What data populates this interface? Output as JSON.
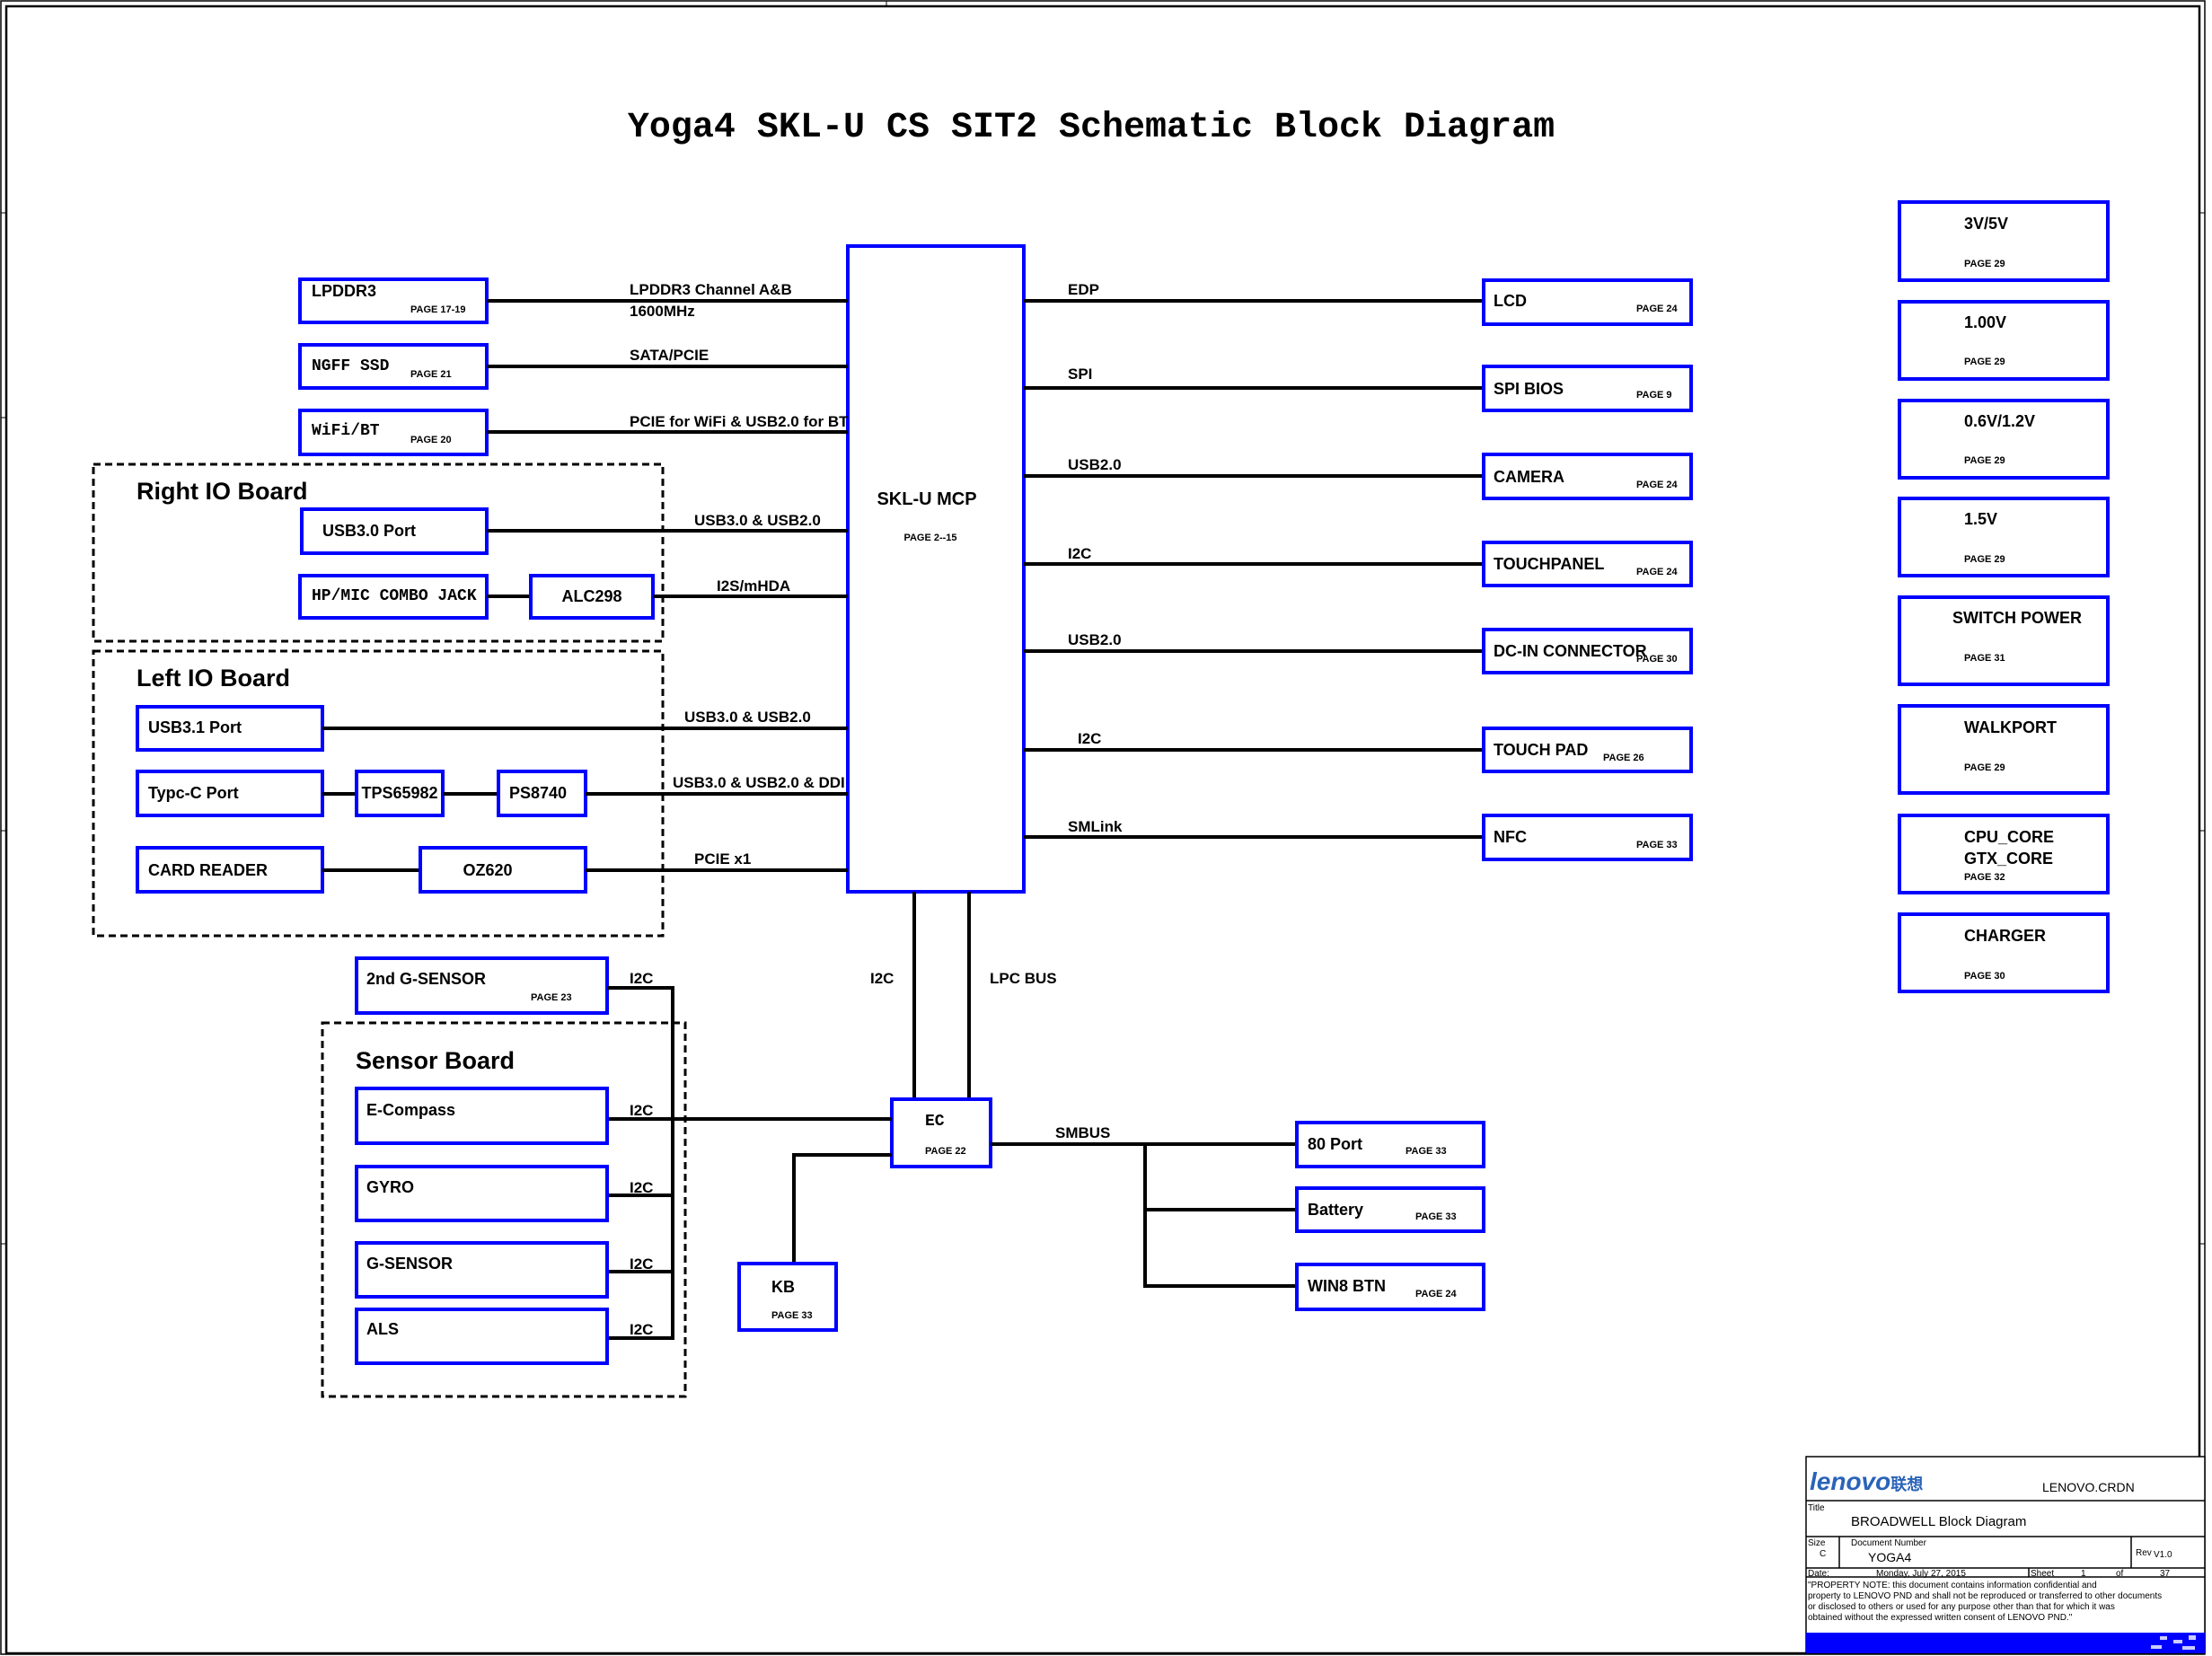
{
  "title": "Yoga4 SKL-U CS SIT2 Schematic Block Diagram",
  "cpu": {
    "name": "SKL-U MCP",
    "page": "PAGE 2--15"
  },
  "memory_side": [
    {
      "name": "LPDDR3",
      "page": "PAGE 17-19",
      "bus": "LPDDR3 Channel A&B",
      "bus2": "1600MHz"
    },
    {
      "name": "NGFF SSD",
      "page": "PAGE 21",
      "bus": "SATA/PCIE"
    },
    {
      "name": "WiFi/BT",
      "page": "PAGE 20",
      "bus": "PCIE for WiFi & USB2.0 for BT"
    }
  ],
  "right_io_board": {
    "label": "Right IO Board",
    "usb30": {
      "name": "USB3.0 Port",
      "bus": "USB3.0 & USB2.0"
    },
    "audio": {
      "jack": "HP/MIC COMBO JACK",
      "codec": "ALC298",
      "bus": "I2S/mHDA"
    }
  },
  "left_io_board": {
    "label": "Left IO Board",
    "usb31": {
      "name": "USB3.1 Port",
      "bus": "USB3.0 & USB2.0"
    },
    "typec": {
      "name": "Typc-C Port",
      "pd": "TPS65982",
      "mux": "PS8740",
      "bus": "USB3.0 & USB2.0 & DDI"
    },
    "card": {
      "name": "CARD READER",
      "ctrl": "OZ620",
      "bus": "PCIE x1"
    }
  },
  "peripherals": [
    {
      "name": "LCD",
      "page": "PAGE 24",
      "bus": "EDP"
    },
    {
      "name": "SPI BIOS",
      "page": "PAGE 9",
      "bus": "SPI"
    },
    {
      "name": "CAMERA",
      "page": "PAGE 24",
      "bus": "USB2.0"
    },
    {
      "name": "TOUCHPANEL",
      "page": "PAGE 24",
      "bus": "I2C"
    },
    {
      "name": "DC-IN CONNECTOR",
      "page": "PAGE 30",
      "bus": "USB2.0"
    },
    {
      "name": "TOUCH PAD",
      "page": "PAGE 26",
      "bus": "I2C"
    },
    {
      "name": "NFC",
      "page": "PAGE 33",
      "bus": "SMLink"
    }
  ],
  "power": [
    {
      "name": "3V/5V",
      "page": "PAGE 29"
    },
    {
      "name": "1.00V",
      "page": "PAGE 29"
    },
    {
      "name": "0.6V/1.2V",
      "page": "PAGE 29"
    },
    {
      "name": "1.5V",
      "page": "PAGE 29"
    },
    {
      "name": "SWITCH POWER",
      "page": "PAGE 31"
    },
    {
      "name": "WALKPORT",
      "page": "PAGE 29"
    },
    {
      "name": "CPU_CORE",
      "name2": "GTX_CORE",
      "page": "PAGE 32"
    },
    {
      "name": "CHARGER",
      "page": "PAGE 30"
    }
  ],
  "ec": {
    "name": "EC",
    "page": "PAGE 22",
    "bus_i2c": "I2C",
    "bus_lpc": "LPC BUS",
    "bus_smbus": "SMBUS"
  },
  "kb": {
    "name": "KB",
    "page": "PAGE 33"
  },
  "smbus_devices": [
    {
      "name": "80 Port",
      "page": "PAGE 33"
    },
    {
      "name": "Battery",
      "page": "PAGE 33"
    },
    {
      "name": "WIN8 BTN",
      "page": "PAGE 24"
    }
  ],
  "second_gsensor": {
    "name": "2nd G-SENSOR",
    "page": "PAGE 23",
    "bus": "I2C"
  },
  "sensor_board": {
    "label": "Sensor Board",
    "sensors": [
      {
        "name": "E-Compass",
        "bus": "I2C"
      },
      {
        "name": "GYRO",
        "bus": "I2C"
      },
      {
        "name": "G-SENSOR",
        "bus": "I2C"
      },
      {
        "name": "ALS",
        "bus": "I2C"
      }
    ]
  },
  "title_block": {
    "logo": "lenovo",
    "logo_cn": "联想",
    "company": "LENOVO.CRDN",
    "title_label": "Title",
    "title": "BROADWELL Block Diagram",
    "size_label": "Size",
    "size": "C",
    "docnum_label": "Document Number",
    "docnum": "YOGA4",
    "rev_label": "Rev",
    "rev": "V1.0",
    "date_label": "Date:",
    "date": "Monday, July 27, 2015",
    "sheet_label": "Sheet",
    "sheet": "1",
    "of_label": "of",
    "sheets_total": "37",
    "note_lines": [
      "\"PROPERTY NOTE: this document contains information confidential and",
      "property to LENOVO PND and shall not be reproduced or transferred to other documents",
      "or disclosed to others or used for any purpose other than that for which it was",
      "obtained without the expressed written consent of LENOVO PND.\""
    ]
  },
  "colors": {
    "box": "#0000ff",
    "wire": "#000000",
    "title_band": "#0000ff"
  }
}
